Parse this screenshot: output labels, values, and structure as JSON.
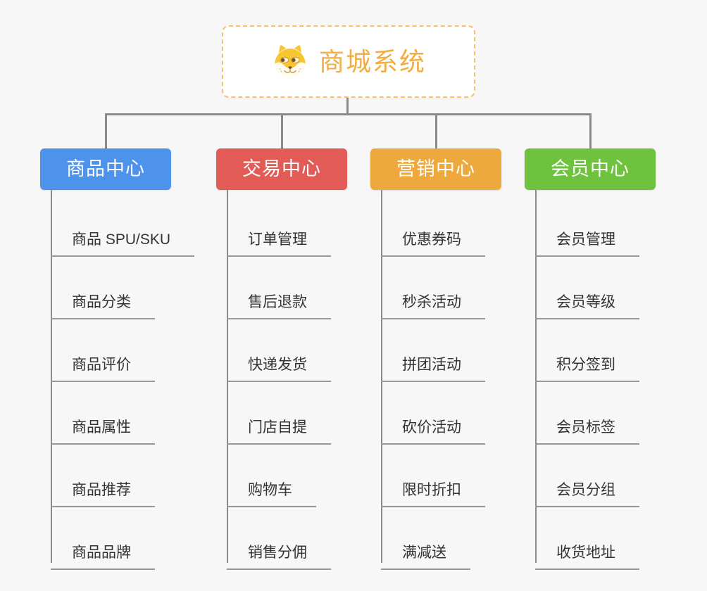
{
  "root": {
    "title": "商城系统",
    "icon": "shiba-dog-icon"
  },
  "branches": [
    {
      "label": "商品中心",
      "color": "#4D93EB",
      "children": [
        "商品 SPU/SKU",
        "商品分类",
        "商品评价",
        "商品属性",
        "商品推荐",
        "商品品牌"
      ]
    },
    {
      "label": "交易中心",
      "color": "#E25B57",
      "children": [
        "订单管理",
        "售后退款",
        "快递发货",
        "门店自提",
        "购物车",
        "销售分佣"
      ]
    },
    {
      "label": "营销中心",
      "color": "#EEA93E",
      "children": [
        "优惠券码",
        "秒杀活动",
        "拼团活动",
        "砍价活动",
        "限时折扣",
        "满减送"
      ]
    },
    {
      "label": "会员中心",
      "color": "#6EC23E",
      "children": [
        "会员管理",
        "会员等级",
        "积分签到",
        "会员标签",
        "会员分组",
        "收货地址"
      ]
    }
  ],
  "colors": {
    "background": "#F7F7F7",
    "connector": "#8A8A8A",
    "leaf_line": "#98989A",
    "leaf_text": "#333333",
    "branch_text": "#FFFFFF",
    "root_text": "#F2AC40",
    "root_border": "#F5C26B"
  }
}
